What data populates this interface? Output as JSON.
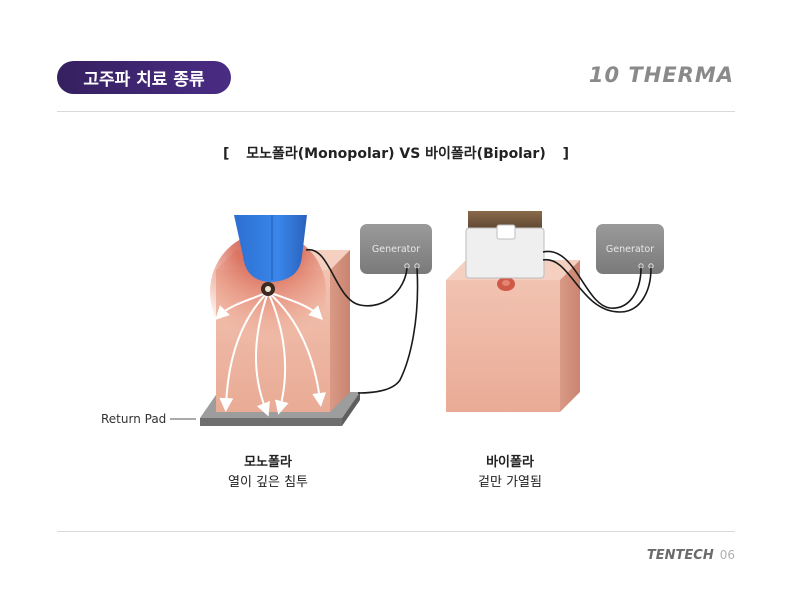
{
  "header": {
    "title": "고주파 치료 종류",
    "brand": "10 THERMA"
  },
  "subtitle": {
    "bracket_open": "[",
    "text": "모노폴라(Monopolar) VS 바이폴라(Bipolar)",
    "bracket_close": "]"
  },
  "diagram": {
    "generator_label_left": "Generator",
    "generator_label_right": "Generator",
    "return_pad_label": "Return Pad"
  },
  "captions": {
    "monopolar": {
      "title": "모노폴라",
      "desc": "열이 깊은 침투"
    },
    "bipolar": {
      "title": "바이폴라",
      "desc": "겉만 가열됨"
    }
  },
  "footer": {
    "logo": "TENTECH",
    "page": "06"
  },
  "colors": {
    "pill": "#3b2470",
    "skin": "#f0b9a6",
    "handpiece_blue": "#2f78d8",
    "generator": "#8a8a8a"
  }
}
